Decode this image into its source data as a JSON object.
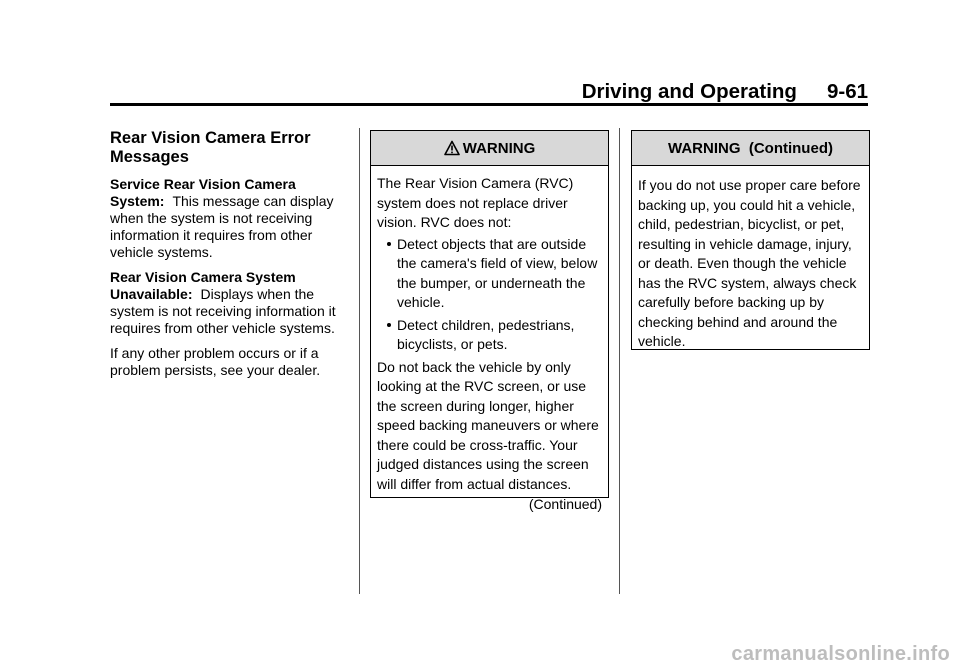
{
  "header": {
    "section": "Driving and Operating",
    "page_number": "9-61"
  },
  "col1": {
    "title": "Rear Vision Camera Error Messages",
    "entries": [
      {
        "term": "Service Rear Vision Camera System:",
        "text": "This message can display when the system is not receiving information it requires from other vehicle systems."
      },
      {
        "term": "Rear Vision Camera System Unavailable:",
        "text": "Displays when the system is not receiving information it requires from other vehicle systems."
      }
    ],
    "closing": "If any other problem occurs or if a problem persists, see your dealer."
  },
  "warning1": {
    "title": "WARNING",
    "intro": "The Rear Vision Camera (RVC) system does not replace driver vision. RVC does not:",
    "bullets": [
      "Detect objects that are outside the camera's field of view, below the bumper, or underneath the vehicle.",
      "Detect children, pedestrians, bicyclists, or pets."
    ],
    "body": "Do not back the vehicle by only looking at the RVC screen, or use the screen during longer, higher speed backing maneuvers or where there could be cross-traffic. Your judged distances using the screen will differ from actual distances.",
    "continued": "(Continued)"
  },
  "warning2": {
    "title": "WARNING  (Continued)",
    "body": "If you do not use proper care before backing up, you could hit a vehicle, child, pedestrian, bicyclist, or pet, resulting in vehicle damage, injury, or death. Even though the vehicle has the RVC system, always check carefully before backing up by checking behind and around the vehicle."
  },
  "watermark": "carmanualsonline.info",
  "colors": {
    "box_header": "#d8d8d8",
    "watermark": "#bdbdbd"
  },
  "icons": {
    "warning": "warning-triangle-icon"
  }
}
